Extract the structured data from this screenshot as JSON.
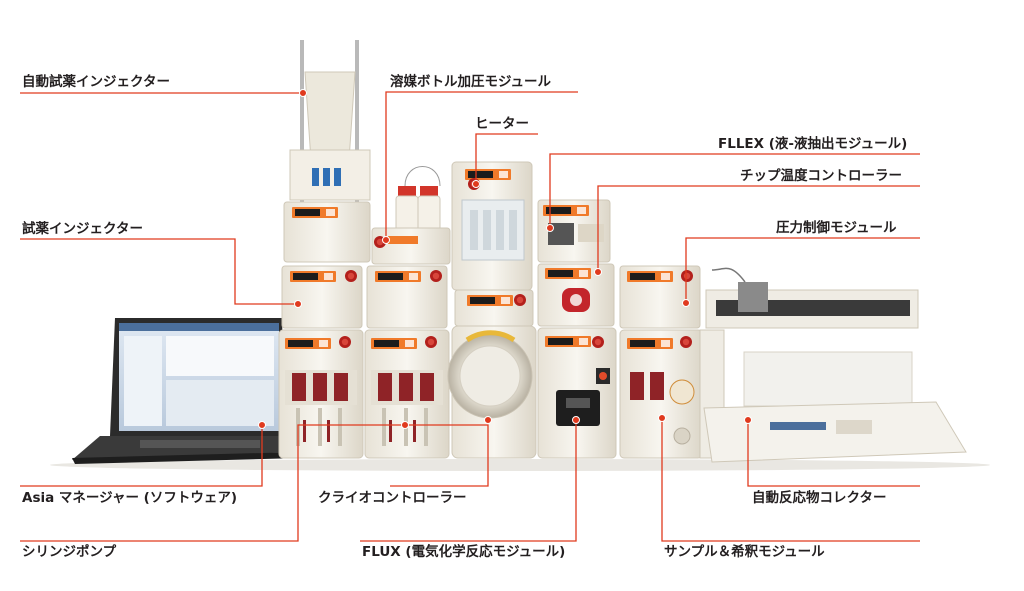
{
  "labels": {
    "auto_reagent_injector": "自動試薬インジェクター",
    "solvent_bottle_pressure": "溶媒ボトル加圧モジュール",
    "heater": "ヒーター",
    "fllex": "FLLEX (液-液抽出モジュール)",
    "chip_temp_controller": "チップ温度コントローラー",
    "reagent_injector": "試薬インジェクター",
    "pressure_control": "圧力制御モジュール",
    "asia_manager": "Asia マネージャー (ソフトウェア)",
    "cryo_controller": "クライオコントローラー",
    "auto_collector": "自動反応物コレクター",
    "syringe_pump": "シリンジポンプ",
    "flux": "FLUX (電気化学反応モジュール)",
    "sample_dilution": "サンプル＆希釈モジュール"
  },
  "colors": {
    "line": "#e03a1e",
    "text": "#231f20",
    "device_orange": "#f07a2a",
    "device_body": "#f3efe6",
    "syringe_red": "#8f2327",
    "laptop": "#2b2b2b"
  }
}
